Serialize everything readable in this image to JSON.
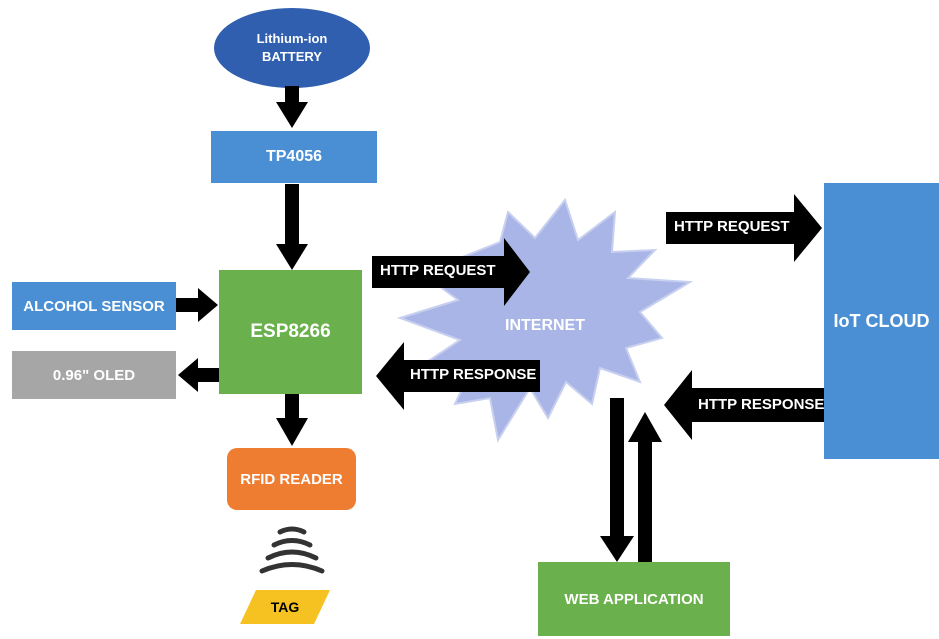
{
  "nodes": {
    "battery": "Lithium-ion\nBATTERY",
    "tp4056": "TP4056",
    "alcohol_sensor": "ALCOHOL SENSOR",
    "esp8266": "ESP8266",
    "oled": "0.96\" OLED",
    "rfid_reader": "RFID READER",
    "tag": "TAG",
    "internet": "INTERNET",
    "iot_cloud": "IoT CLOUD",
    "web_application": "WEB APPLICATION"
  },
  "arrows": {
    "esp_to_internet": "HTTP REQUEST",
    "internet_to_esp": "HTTP RESPONSE",
    "internet_to_cloud": "HTTP REQUEST",
    "cloud_to_internet": "HTTP RESPONSE"
  },
  "colors": {
    "blue": "#4a8fd4",
    "green": "#6ab04c",
    "gray": "#a6a6a6",
    "orange": "#ef7d31",
    "yellow": "#f6c222",
    "internet_star": "#a9b5e6",
    "battery": "#2f5fae",
    "arrow": "#000000"
  },
  "icons": [
    "wireless-signal-icon"
  ]
}
